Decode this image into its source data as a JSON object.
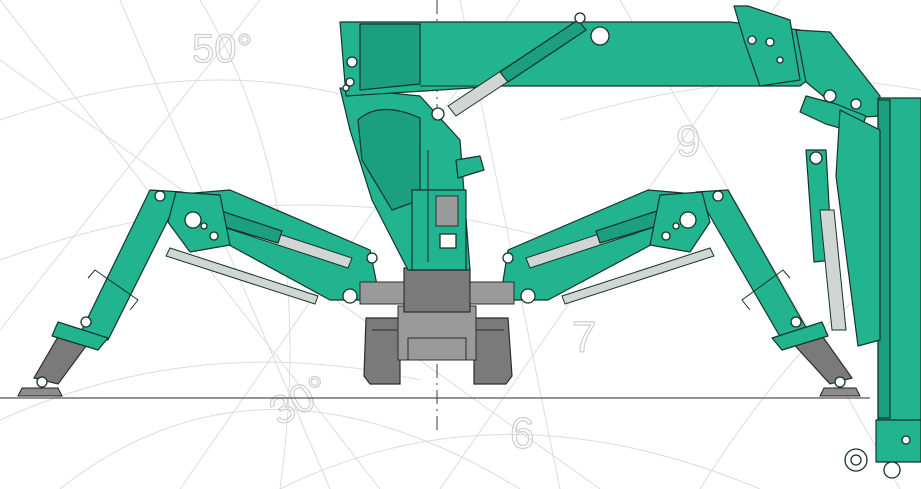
{
  "diagram": {
    "angle_labels": [
      "50°",
      "30°"
    ],
    "radius_labels": [
      "9",
      "7",
      "6"
    ]
  },
  "colors": {
    "machine_body": "#21b48f",
    "outline": "#17332b",
    "undercarriage": "#7a7a7a",
    "arc_lines": "#d9d9d9"
  }
}
